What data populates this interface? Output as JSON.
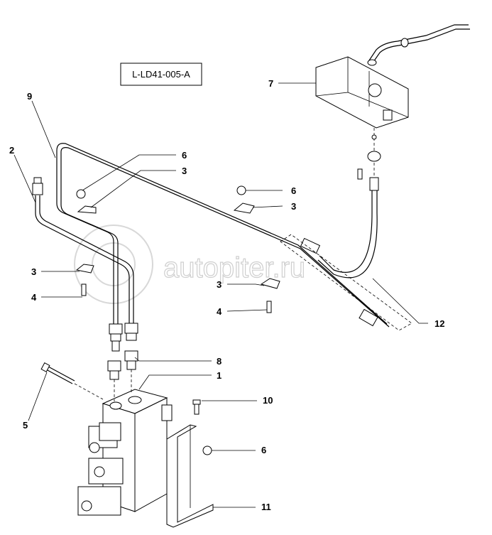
{
  "drawing_code": "L-LD41-005-A",
  "watermark_text": "autopiter.ru",
  "callouts": {
    "c1": "1",
    "c2": "2",
    "c3a": "3",
    "c3b": "3",
    "c3c": "3",
    "c3d": "3",
    "c4a": "4",
    "c4b": "4",
    "c5": "5",
    "c6a": "6",
    "c6b": "6",
    "c6c": "6",
    "c7": "7",
    "c8": "8",
    "c9": "9",
    "c10": "10",
    "c11": "11",
    "c12": "12"
  }
}
